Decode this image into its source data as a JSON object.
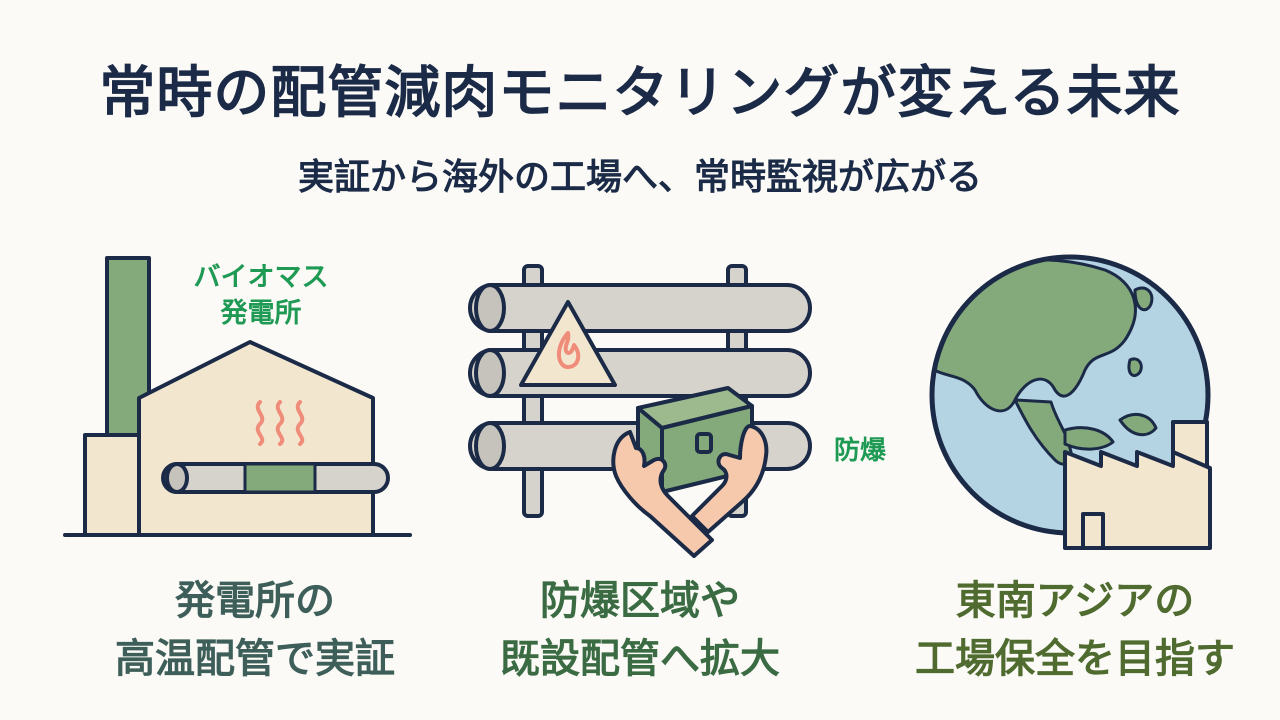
{
  "title": "常時の配管減肉モニタリングが変える未来",
  "subtitle": "実証から海外の工場へ、常時監視が広がる",
  "panels": [
    {
      "tag": "バイオマス\n発電所",
      "caption_line1": "発電所の",
      "caption_line2": "高温配管で実証",
      "caption_color": "#3e5f59",
      "icon": "biomass-power-plant-icon"
    },
    {
      "tag": "防爆",
      "caption_line1": "防爆区域や",
      "caption_line2": "既設配管へ拡大",
      "caption_color": "#3a6b43",
      "icon": "explosion-proof-pipes-icon"
    },
    {
      "caption_line1": "東南アジアの",
      "caption_line2": "工場保全を目指す",
      "caption_color": "#4f6b2f",
      "icon": "globe-factory-icon"
    }
  ],
  "colors": {
    "navy": "#1b2a47",
    "sage": "#84a97a",
    "beige": "#f3e6cf",
    "pipe": "#d6d3cc",
    "heat": "#f08c7a",
    "hand": "#f6c9ad",
    "ocean": "#b4d3e3",
    "green_label": "#1f9a55"
  }
}
